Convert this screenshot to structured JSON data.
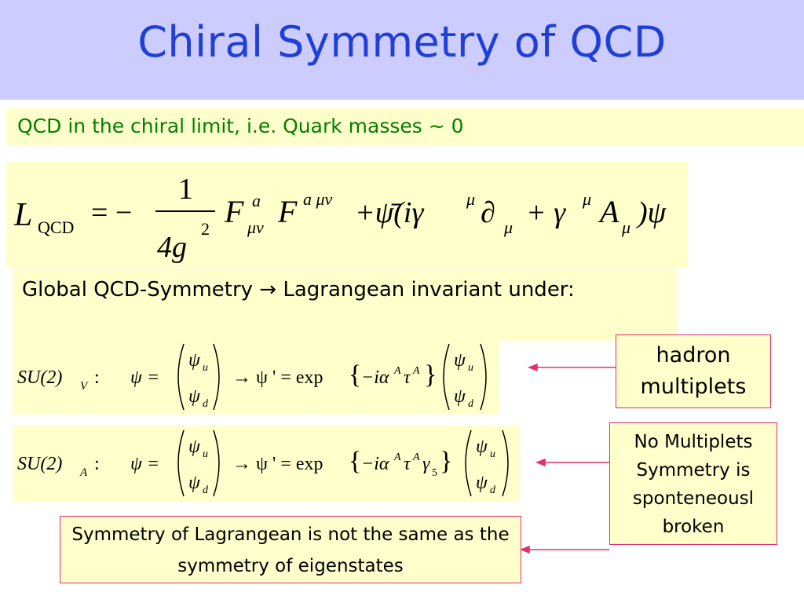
{
  "slide": {
    "title": "Chiral Symmetry of QCD",
    "subtitle": "QCD in the chiral limit, i.e. Quark masses ~ 0",
    "global_symmetry_text": "Global QCD-Symmetry  → Lagrangean invariant under:",
    "lagrangian": {
      "lhs": "L",
      "lhs_subscript": "QCD",
      "equals": "= −",
      "fraction_numerator": "1",
      "fraction_denominator": "4g",
      "denominator_exponent": "2",
      "field_tensor": "F",
      "sup1": "a",
      "sub1": "μν",
      "sup2": "a μν",
      "plus_term": "+ψ̄(iγ",
      "gamma_sup": "μ",
      "partial": "∂",
      "partial_sub": "μ",
      "plus_gamma": "+ γ",
      "gamma_sup2": "μ",
      "gauge_field": "A",
      "gauge_sub": "μ",
      "tail": ")ψ"
    },
    "vector_symmetry": {
      "group": "SU(2)",
      "group_subscript": "V",
      "colon": ":",
      "psi_eq": "ψ =",
      "psi_u": "ψ",
      "sub_u": "u",
      "psi_d": "ψ",
      "sub_d": "d",
      "arrow_expr": "→ ψ ' = exp",
      "exponent_expr": "−iα",
      "sup_A1": "A",
      "tau": "τ",
      "sup_A2": "A"
    },
    "axial_symmetry": {
      "group": "SU(2)",
      "group_subscript": "A",
      "colon": ":",
      "psi_eq": "ψ =",
      "psi_u": "ψ",
      "sub_u": "u",
      "psi_d": "ψ",
      "sub_d": "d",
      "arrow_expr": "→ ψ ' = exp",
      "exponent_expr": "−iα",
      "sup_A1": "A",
      "tau": "τ",
      "sup_A2": "A",
      "gamma5": "γ",
      "gamma5_sub": "5"
    },
    "callouts": {
      "hadron_multiplets": "hadron multiplets",
      "no_multiplets_lines": [
        "No Multiplets",
        "Symmetry is",
        "sponteneousl",
        "broken"
      ],
      "symmetry_note": "Symmetry of Lagrangean is not the same as the symmetry of eigenstates"
    },
    "colors": {
      "title_bar": "#ccccff",
      "title_text": "#1f3fd6",
      "subtitle_text": "#008000",
      "box_fill": "#ffffcc",
      "callout_border": "#e0306f",
      "arrow": "#e0306f"
    }
  }
}
